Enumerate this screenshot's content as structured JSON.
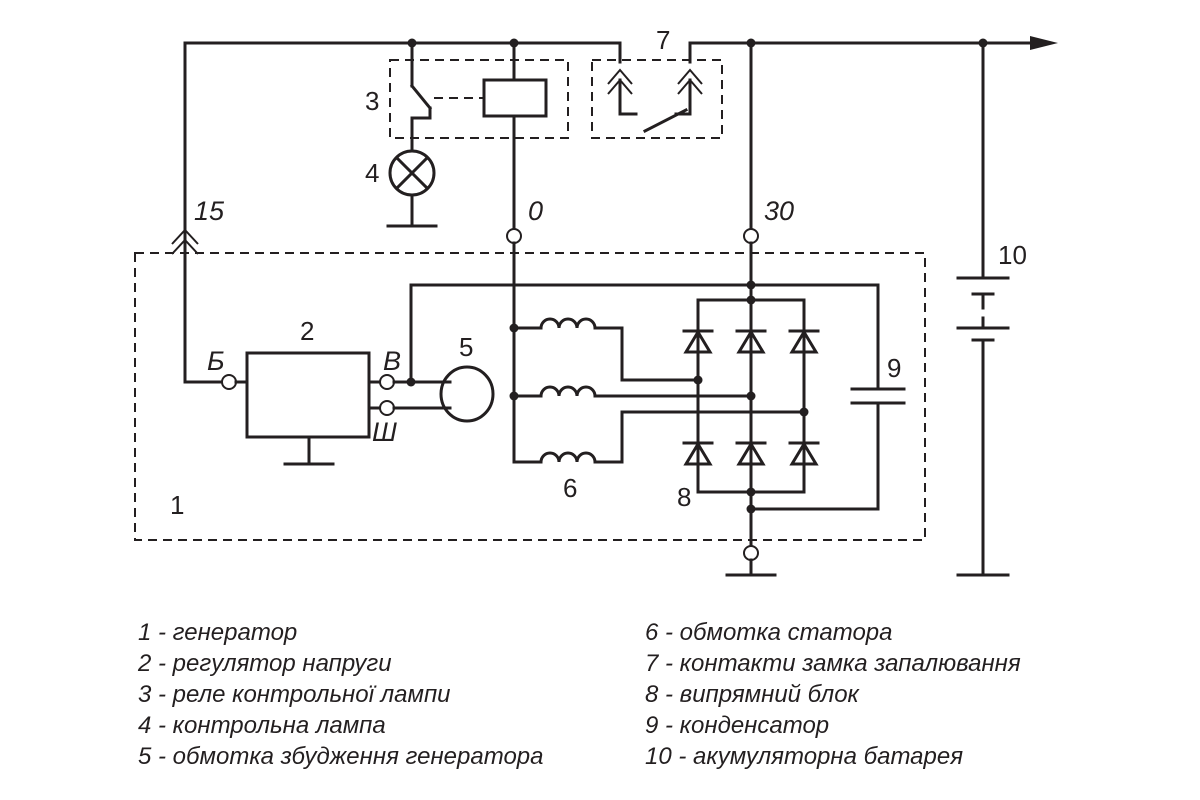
{
  "components": {
    "generator": "1",
    "regulator": "2",
    "relay": "3",
    "lamp": "4",
    "field_winding": "5",
    "stator_winding": "6",
    "ignition_contacts": "7",
    "rectifier": "8",
    "capacitor": "9",
    "battery": "10"
  },
  "terminals": {
    "t15": "15",
    "t0": "0",
    "t30": "30",
    "b": "Б",
    "v": "В",
    "sh": "Ш"
  },
  "legend": {
    "left": [
      "1 - генератор",
      "2 - регулятор напруги",
      "3 - реле контрольної лампи",
      "4 - контрольна лампа",
      "5 - обмотка збудження генератора"
    ],
    "right": [
      "6 - обмотка статора",
      "7 - контакти замка запалювання",
      "8 - випрямний блок",
      "9 - конденсатор",
      "10 - акумуляторна батарея"
    ]
  },
  "colors": {
    "line": "#231f20",
    "background": "#ffffff"
  }
}
